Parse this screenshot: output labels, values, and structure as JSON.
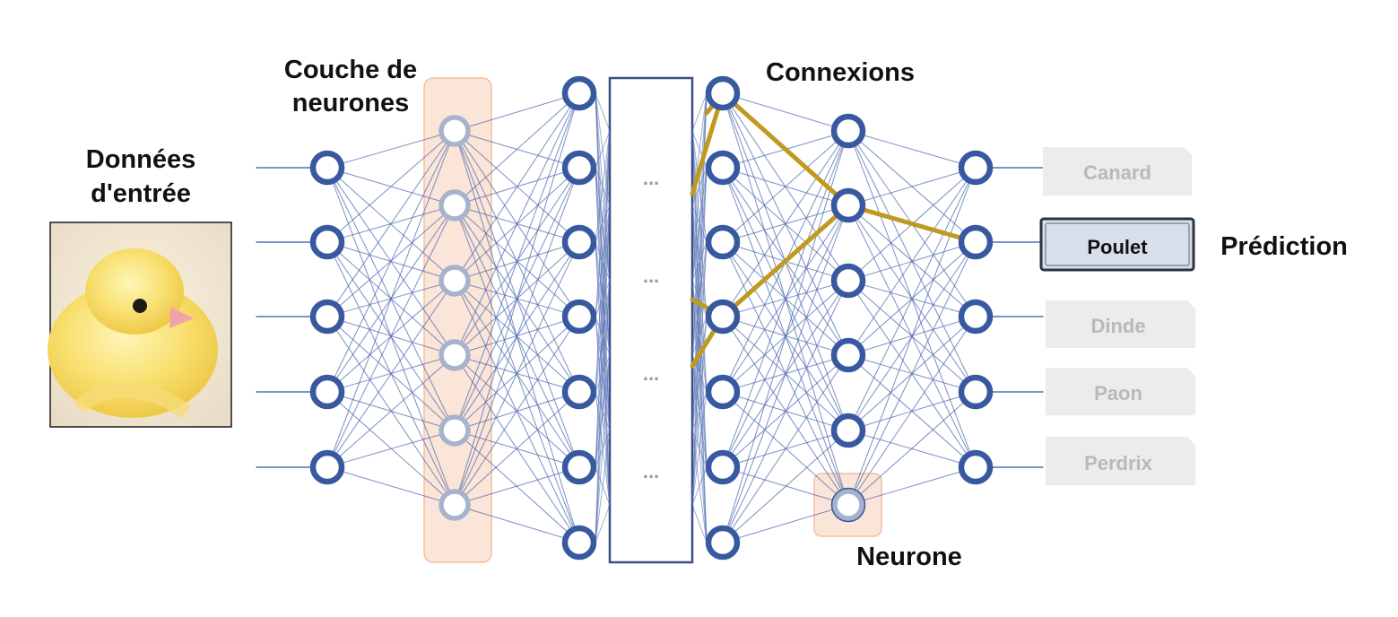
{
  "labels": {
    "input_title_line1": "Données",
    "input_title_line2": "d'entrée",
    "layer_title_line1": "Couche de",
    "layer_title_line2": "neurones",
    "connections_title": "Connexions",
    "neuron_title": "Neurone",
    "prediction_title": "Prédiction"
  },
  "hidden_block": {
    "ellipsis": [
      "...",
      "...",
      "...",
      "..."
    ]
  },
  "outputs": {
    "classes": [
      {
        "label": "Canard",
        "selected": false
      },
      {
        "label": "Poulet",
        "selected": true
      },
      {
        "label": "Dinde",
        "selected": false
      },
      {
        "label": "Paon",
        "selected": false
      },
      {
        "label": "Perdrix",
        "selected": false
      }
    ]
  },
  "colors": {
    "node_stroke": "#3858a0",
    "edge": "#4a68ae",
    "faded_node": "#a7b3cc",
    "highlight_fill": "#fbe3d4",
    "highlight_stroke": "#f1b994",
    "path": "#c09a1f",
    "selected_box_fill": "#d7dfeb",
    "selected_box_stroke": "#2c3440",
    "option_fill": "#ececec",
    "option_text": "#b9b9b9"
  },
  "icons": {
    "input_image": "chick-photo",
    "node": "neuron-circle"
  }
}
